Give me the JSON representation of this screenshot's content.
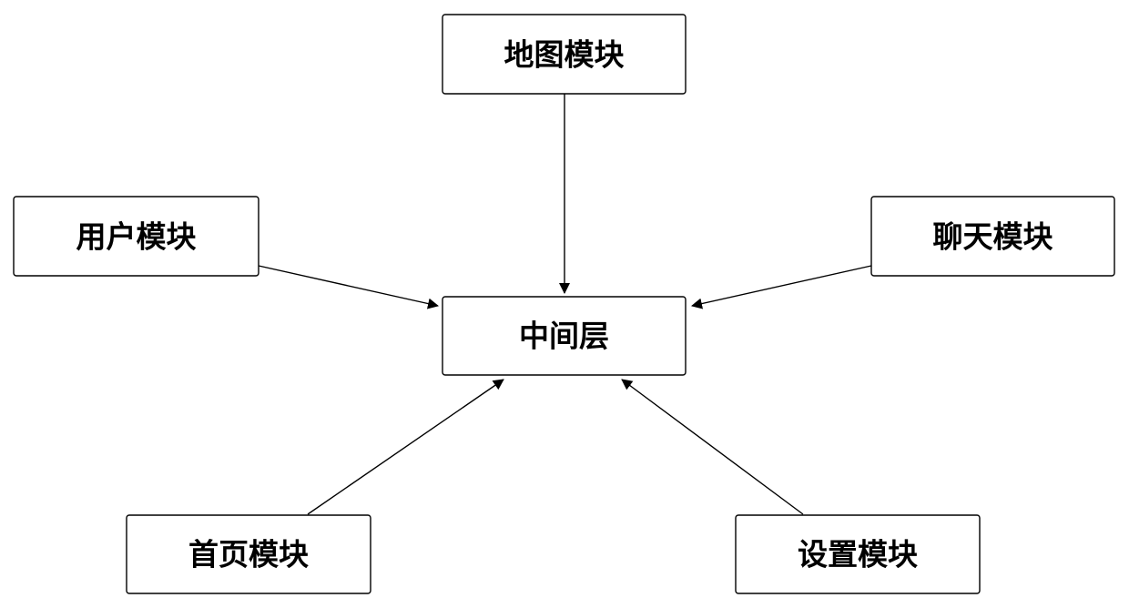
{
  "nodes": {
    "map": "地图模块",
    "user": "用户模块",
    "chat": "聊天模块",
    "middle": "中间层",
    "home": "首页模块",
    "settings": "设置模块"
  },
  "edges": [
    {
      "from": "map",
      "to": "middle"
    },
    {
      "from": "user",
      "to": "middle"
    },
    {
      "from": "chat",
      "to": "middle"
    },
    {
      "from": "home",
      "to": "middle"
    },
    {
      "from": "settings",
      "to": "middle"
    }
  ],
  "colors": {
    "stroke": "#000000",
    "fill": "#ffffff",
    "text": "#000000"
  }
}
